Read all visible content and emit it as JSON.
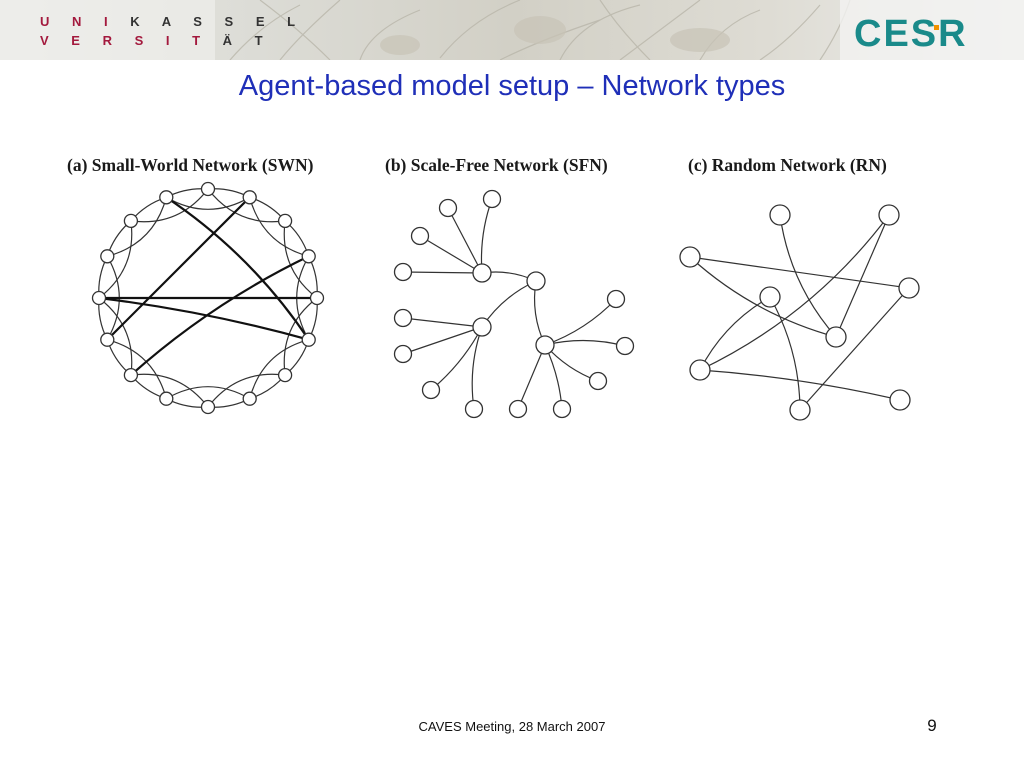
{
  "header": {
    "university_logo": {
      "row1": [
        "U N I",
        " K A S S E L"
      ],
      "row2": [
        "V E R S I T",
        " Ä T"
      ]
    },
    "cesr_logo_text": "CESR",
    "colors": {
      "university_red": "#a3193d",
      "cesr_teal": "#1a8a8a",
      "cesr_orange": "#f29200"
    }
  },
  "slide": {
    "title": "Agent-based model setup – Network types",
    "title_color": "#1f2fb8"
  },
  "panels": [
    {
      "id": "a",
      "title": "(a) Small-World Network (SWN)"
    },
    {
      "id": "b",
      "title": "(b) Scale-Free Network (SFN)"
    },
    {
      "id": "c",
      "title": "(c) Random Network (RN)"
    }
  ],
  "footer": {
    "text": "CAVES Meeting, 28 March 2007",
    "page_number": "9"
  }
}
